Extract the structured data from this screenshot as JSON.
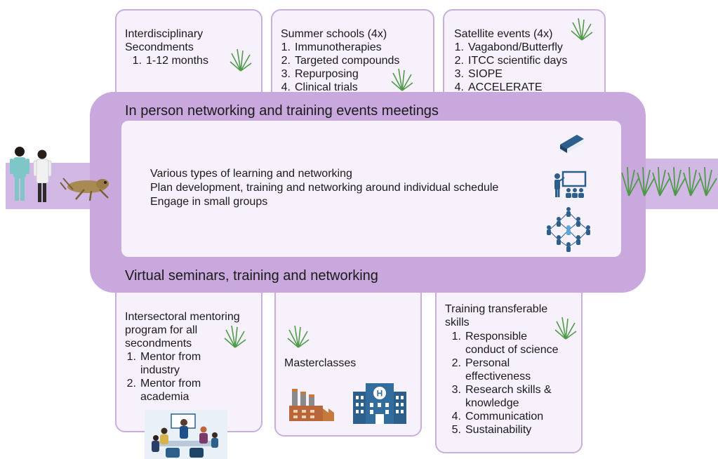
{
  "boxes": {
    "secondments": {
      "title": "Interdisciplinary Secondments",
      "title_line1": "Interdisciplinary",
      "title_line2": "Secondments",
      "items": [
        {
          "num": "1.",
          "text": "1-12 months"
        }
      ]
    },
    "summer_schools": {
      "title": "Summer schools (4x)",
      "items": [
        {
          "num": "1.",
          "text": "Immunotherapies"
        },
        {
          "num": "2.",
          "text": "Targeted compounds"
        },
        {
          "num": "3.",
          "text": "Repurposing"
        },
        {
          "num": "4.",
          "text": "Clinical trials"
        }
      ]
    },
    "satellite_events": {
      "title": "Satellite events (4x)",
      "items": [
        {
          "num": "1.",
          "text": "Vagabond/Butterfly"
        },
        {
          "num": "2.",
          "text": "ITCC scientific days"
        },
        {
          "num": "3.",
          "text": "SIOPE"
        },
        {
          "num": "4.",
          "text": "ACCELERATE"
        }
      ]
    },
    "mentoring": {
      "title_lines": [
        "Intersectoral mentoring",
        "program for all",
        "secondments"
      ],
      "items": [
        {
          "num": "1.",
          "line1": "Mentor from",
          "line2": "industry"
        },
        {
          "num": "2.",
          "line1": "Mentor from",
          "line2": "academia"
        }
      ]
    },
    "masterclasses": {
      "title": "Masterclasses"
    },
    "transferable": {
      "title_lines": [
        "Training transferable",
        "skills"
      ],
      "items": [
        {
          "num": "1.",
          "line1": "Responsible",
          "line2": "conduct of science"
        },
        {
          "num": "2.",
          "line1": "Personal",
          "line2": "effectiveness"
        },
        {
          "num": "3.",
          "line1": "Research skills &",
          "line2": "knowledge"
        },
        {
          "num": "4.",
          "line1": "Communication",
          "line2": ""
        },
        {
          "num": "5.",
          "line1": "Sustainability",
          "line2": ""
        }
      ]
    }
  },
  "center": {
    "top_heading": "In person networking and training events meetings",
    "bottom_heading": "Virtual seminars, training and networking",
    "lines": [
      "Various types of learning and networking",
      "Plan development, training and networking around individual schedule",
      "Engage in small groups"
    ]
  },
  "icons": {
    "book": "book-icon",
    "teacher": "teacher-board-icon",
    "network": "people-network-icon",
    "factory": "factory-icon",
    "hospital": "hospital-icon"
  },
  "colors": {
    "frame": "#c9a8dd",
    "band": "#d2b8e4",
    "box_fill": "#f6f1fa",
    "box_border": "#c9afdc",
    "icon_blue": "#2d5f8c",
    "grass": "#4f9a4a"
  }
}
